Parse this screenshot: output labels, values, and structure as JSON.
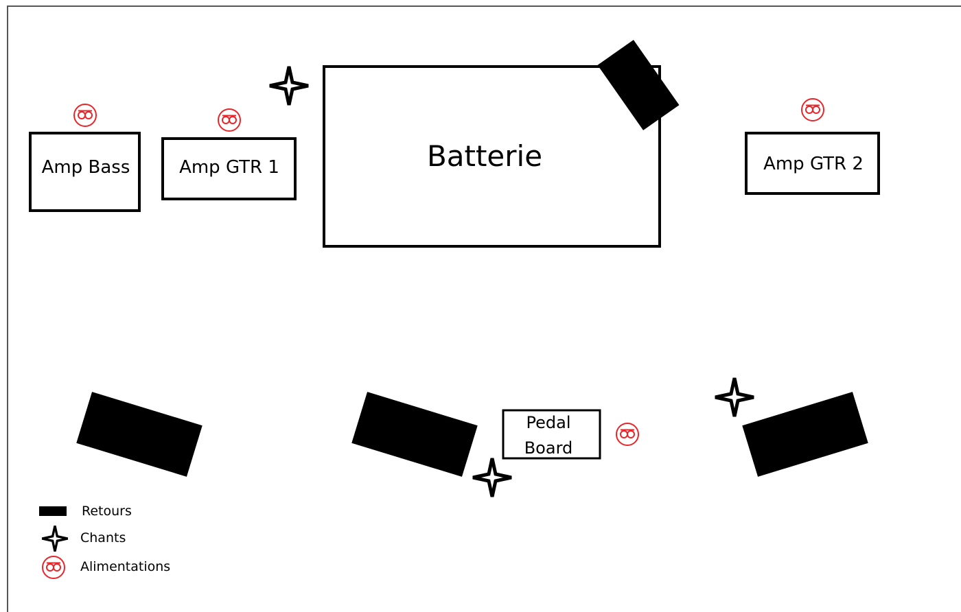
{
  "colors": {
    "line": "#000000",
    "power": "#e8262a",
    "background": "#ffffff",
    "frame": "#555555"
  },
  "stage": {
    "amp_bass": "Amp Bass",
    "amp_gtr1": "Amp GTR 1",
    "drums": "Batterie",
    "amp_gtr2": "Amp GTR 2",
    "pedal_board_line1": "Pedal",
    "pedal_board_line2": "Board"
  },
  "legend": {
    "monitors": "Retours",
    "vocals": "Chants",
    "power": "Alimentations"
  },
  "icons": {
    "monitor": "monitor-wedge-icon",
    "vocal": "vocal-mic-star-icon",
    "power": "power-outlet-icon"
  }
}
